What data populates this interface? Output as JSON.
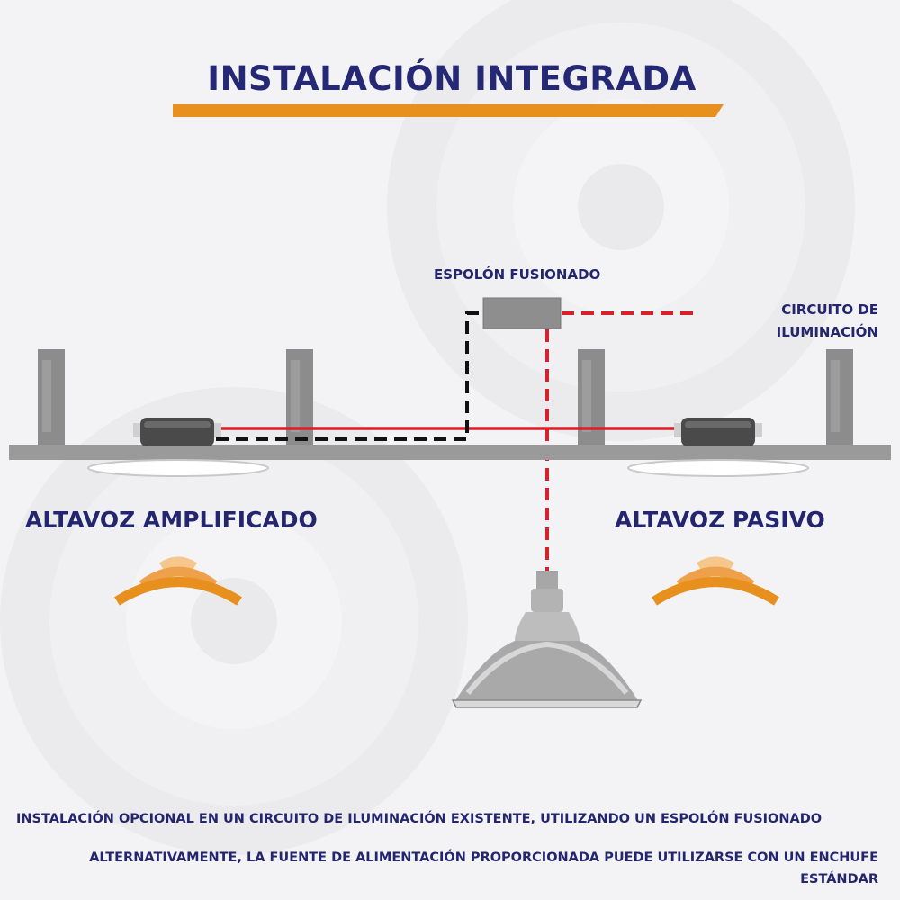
{
  "title": "INSTALACIÓN INTEGRADA",
  "labels": {
    "spur": "ESPOLÓN FUSIONADO",
    "circuit_line1": "CIRCUITO DE",
    "circuit_line2": "ILUMINACIÓN",
    "amplified": "ALTAVOZ AMPLIFICADO",
    "passive": "ALTAVOZ PASIVO"
  },
  "footer": {
    "line1": "INSTALACIÓN OPCIONAL EN UN CIRCUITO DE ILUMINACIÓN EXISTENTE, UTILIZANDO UN ESPOLÓN FUSIONADO",
    "line2": "ALTERNATIVAMENTE, LA FUENTE DE ALIMENTACIÓN PROPORCIONADA PUEDE UTILIZARSE CON UN ENCHUFE ESTÁNDAR"
  },
  "colors": {
    "title": "#252874",
    "accent": "#e8901e",
    "wire_red": "#d8202a",
    "wire_black": "#111111",
    "ceiling": "#9a9a9a"
  }
}
